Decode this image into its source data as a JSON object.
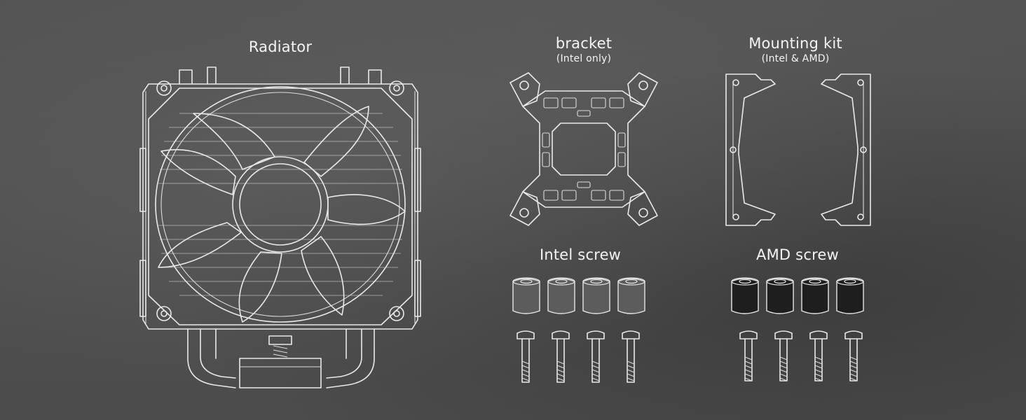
{
  "labels": {
    "radiator": "Radiator",
    "bracket": "bracket",
    "bracket_note": "(Intel only)",
    "mounting_kit": "Mounting kit",
    "mounting_kit_note": "(Intel & AMD)",
    "intel_screw": "Intel screw",
    "amd_screw": "AMD screw"
  },
  "colors": {
    "background": "#505050",
    "line": "#e9e9e9",
    "intel_spacer": "#5c5c5c",
    "amd_spacer": "#1e1e1e"
  },
  "counts": {
    "intel_spacers": 4,
    "intel_screws": 4,
    "amd_spacers": 4,
    "amd_screws": 4
  }
}
